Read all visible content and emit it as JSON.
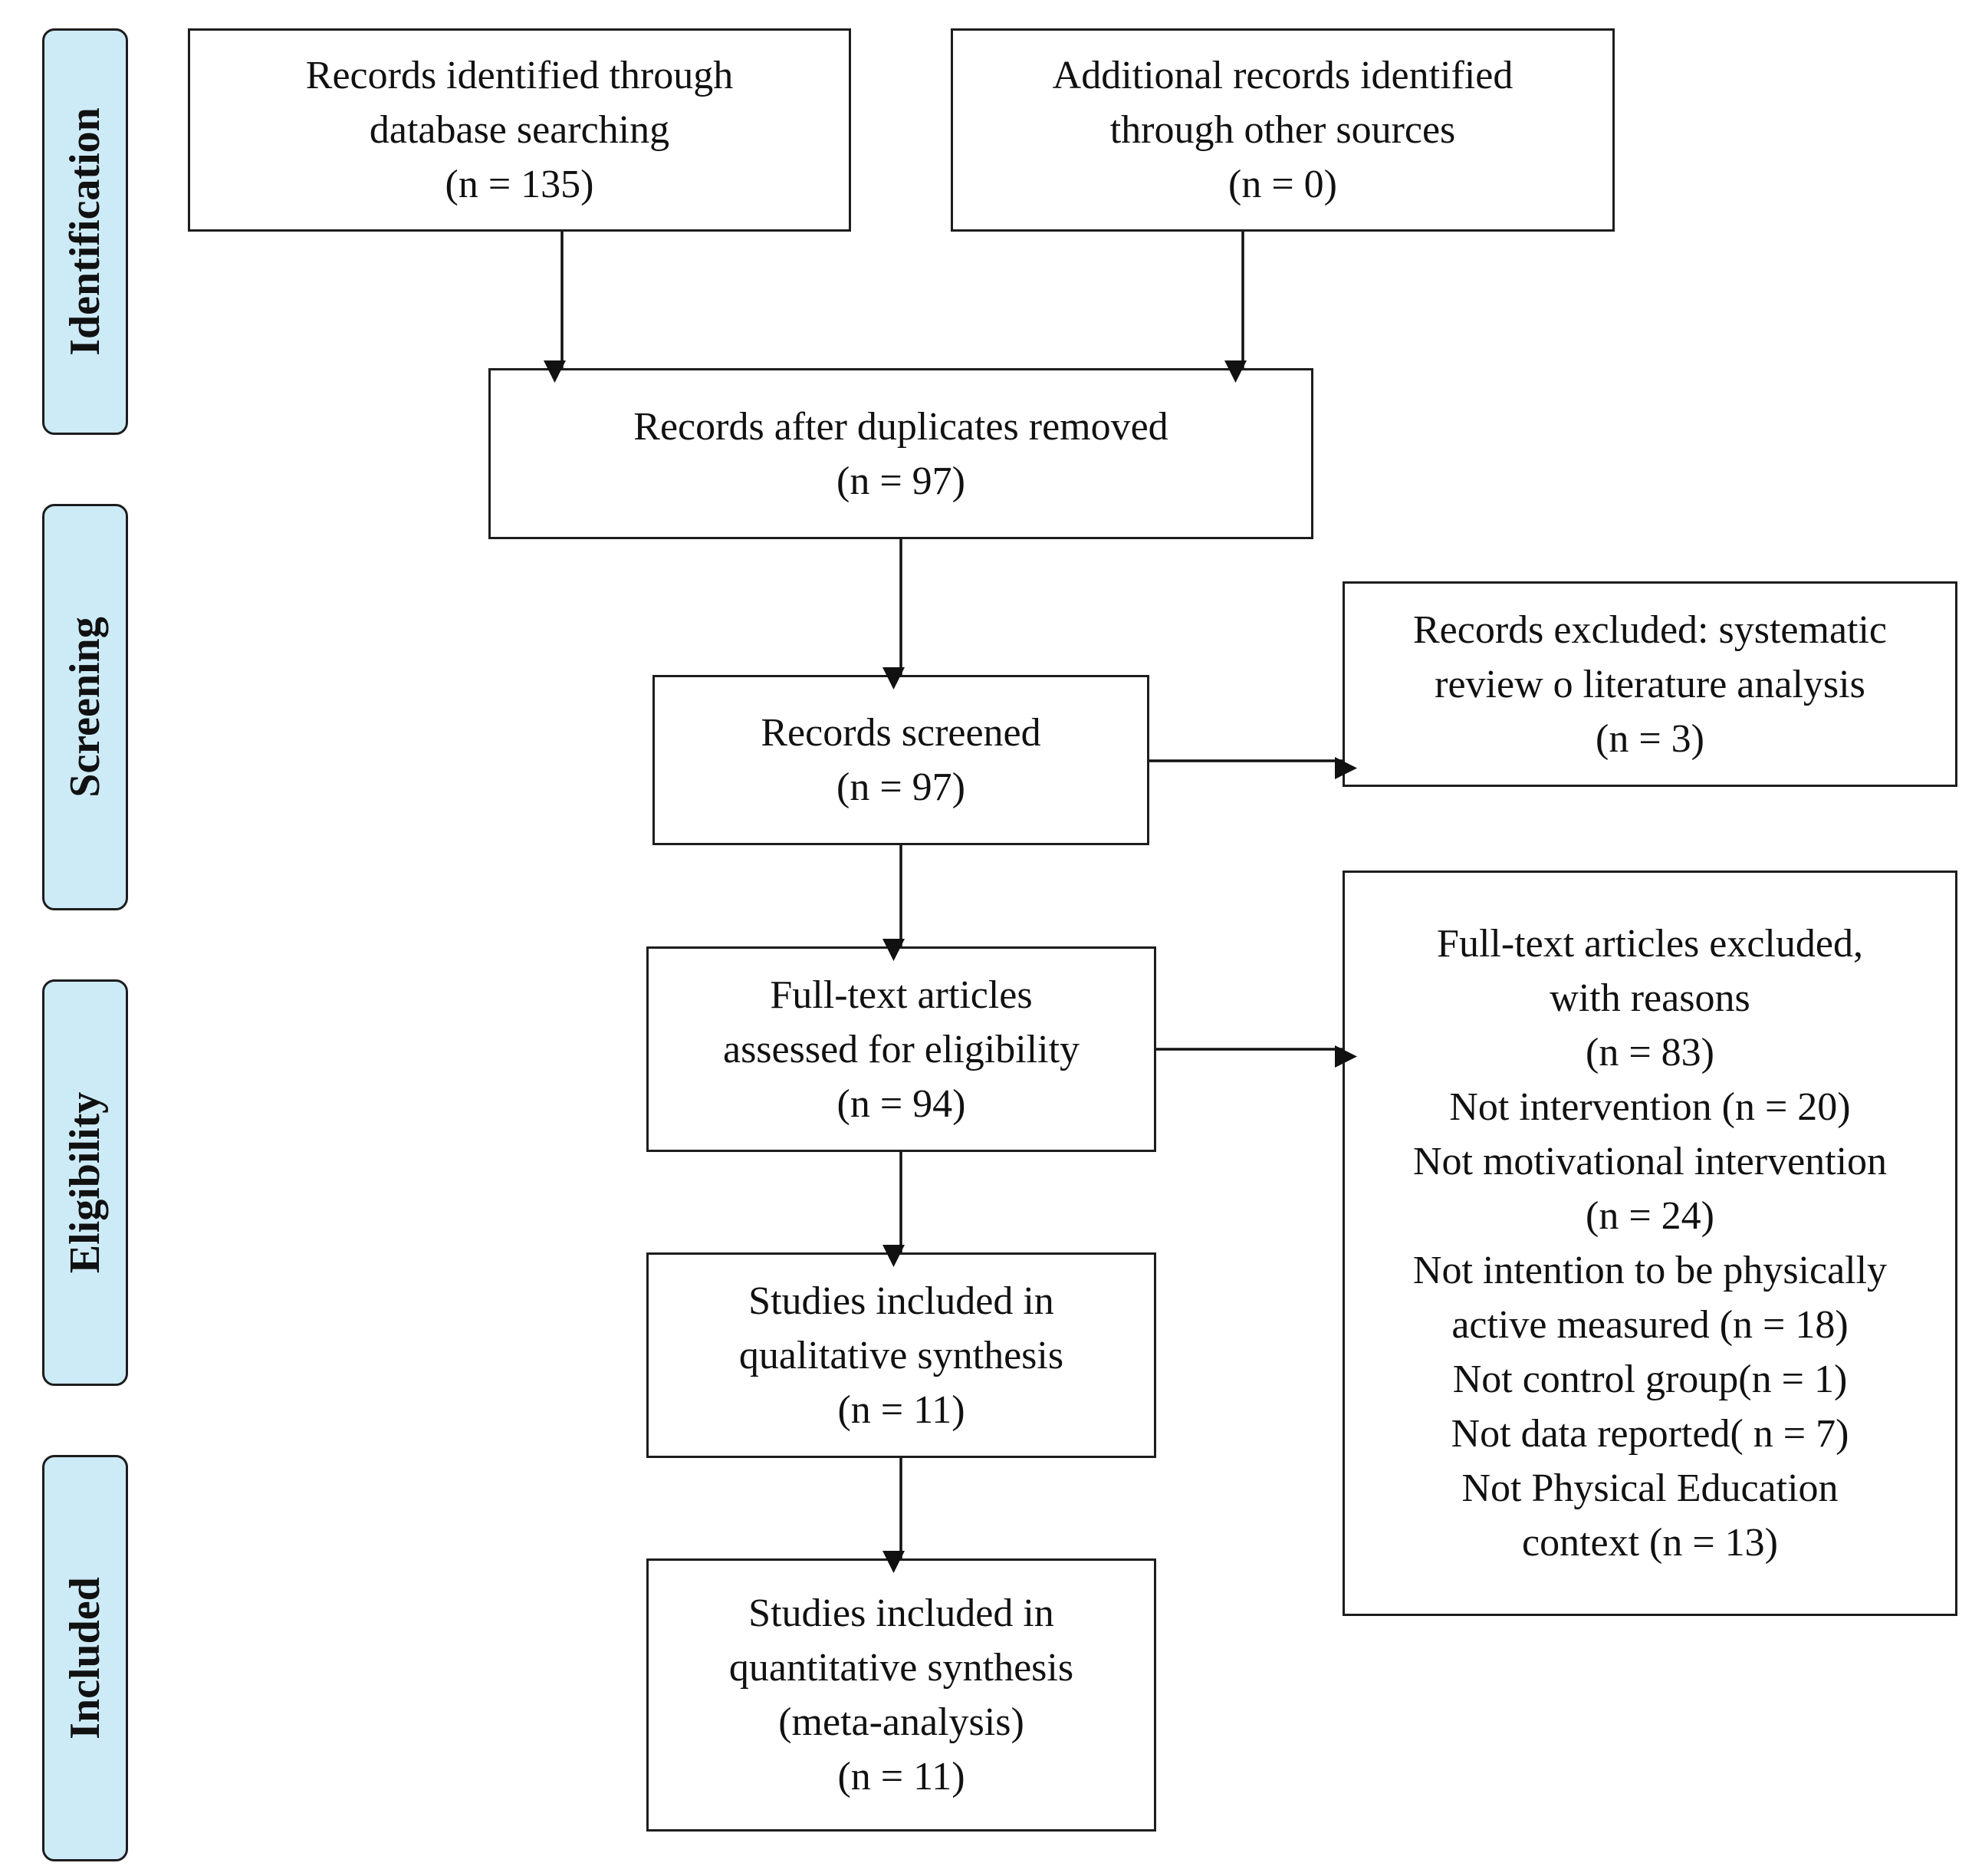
{
  "phases": {
    "identification": "Identification",
    "screening": "Screening",
    "eligibility": "Eligibility",
    "included": "Included"
  },
  "boxes": {
    "database": [
      "Records identified through",
      "database searching",
      "(n = 135)"
    ],
    "other_sources": [
      "Additional records identified",
      "through other sources",
      "(n = 0)"
    ],
    "duplicates_removed": [
      "Records after duplicates removed",
      "(n = 97)"
    ],
    "screened": [
      "Records screened",
      "(n = 97)"
    ],
    "records_excluded": [
      "Records excluded: systematic",
      "review o literature analysis",
      "(n = 3)"
    ],
    "fulltext_assessed": [
      "Full-text articles",
      "assessed for eligibility",
      "(n = 94)"
    ],
    "fulltext_excluded": [
      "Full-text articles excluded,",
      "with reasons",
      "(n = 83)",
      "Not intervention (n = 20)",
      "Not motivational intervention",
      "(n = 24)",
      "Not intention to be physically",
      "active measured (n = 18)",
      "Not control group(n = 1)",
      "Not data reported( n = 7)",
      "Not Physical Education",
      "context (n = 13)"
    ],
    "qualitative": [
      "Studies included in",
      "qualitative synthesis",
      "(n = 11)"
    ],
    "quantitative": [
      "Studies included in",
      "quantitative synthesis",
      "(meta-analysis)",
      "(n = 11)"
    ]
  }
}
